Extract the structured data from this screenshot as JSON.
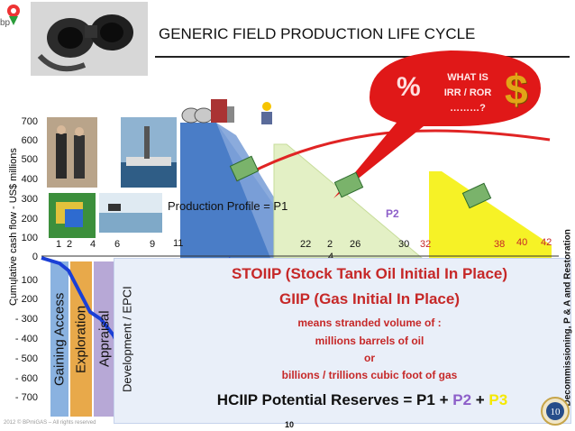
{
  "header": {
    "title": "GENERIC FIELD PRODUCTION LIFE CYCLE",
    "logo_text": "bp"
  },
  "axis": {
    "ylabel": "Cumulative cash flow - US$ millions",
    "y_ticks_pos": [
      "700",
      "600",
      "500",
      "400",
      "300",
      "200",
      "100",
      "0"
    ],
    "y_ticks_neg": [
      "- 100",
      "- 200",
      "- 300",
      "- 400",
      "- 500",
      "- 600",
      "- 700"
    ],
    "x_ticks": [
      "1",
      "2",
      "4",
      "6",
      "9",
      "11",
      "22",
      "2",
      "26",
      "30"
    ],
    "x_ticks_red": [
      "32",
      "38",
      "40",
      "42"
    ],
    "x_extra": "4"
  },
  "bubble": {
    "percent": "%",
    "line1": "WHAT IS",
    "line2": "IRR / ROR",
    "line3": "………?",
    "dollar": "$"
  },
  "phases": [
    {
      "label": "Gaining Access",
      "color": "#8ab2e0"
    },
    {
      "label": "Exploration",
      "color": "#e8a94a"
    },
    {
      "label": "Appraisal",
      "color": "#b7a8d6"
    },
    {
      "label": "Development / EPCI",
      "color": "#e33a2f"
    }
  ],
  "chart": {
    "production_profile": "Production Profile = P1",
    "p2_label": "P2"
  },
  "main": {
    "stoiip": "STOIIP (Stock Tank Oil Initial In Place)",
    "giip": "GIIP (Gas Initial In Place)",
    "means": "means stranded volume of :",
    "barrels": "millions barrels of oil",
    "or": "or",
    "gas": "billions / trillions cubic foot of gas",
    "hciip_pre": "HCIIP Potential Reserves = P1 + ",
    "hciip_p2": "P2",
    "hciip_plus": " + ",
    "hciip_p3": "P3"
  },
  "decommissioning": "Decommissioning, P & A and Restoration",
  "footer": {
    "copyright": "2012 © BPmiGAS – All rights reserved",
    "page": "10",
    "badge": "10"
  },
  "colors": {
    "blue_panel": "#e9eff9",
    "p1_blue": "#4a7dc7",
    "p2_green": "#e3f0c5",
    "p3_yellow": "#f5f000",
    "cashflow_line": "#1a3fd6",
    "irr_curve": "#e02424"
  }
}
